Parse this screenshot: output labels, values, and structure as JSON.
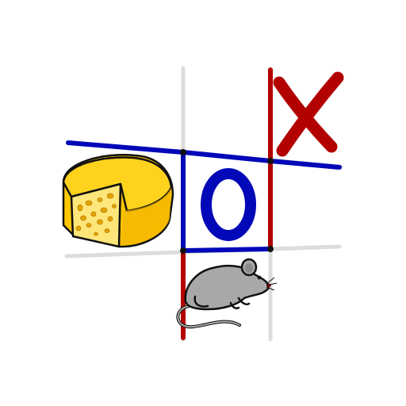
{
  "board": {
    "cells": [
      {
        "cell": "top-left",
        "symbol": "",
        "icon": ""
      },
      {
        "cell": "top-center",
        "symbol": "",
        "icon": ""
      },
      {
        "cell": "top-right",
        "symbol": "X",
        "icon": ""
      },
      {
        "cell": "middle-left",
        "symbol": "",
        "icon": "cheese-icon"
      },
      {
        "cell": "middle-center",
        "symbol": "O",
        "icon": ""
      },
      {
        "cell": "middle-right",
        "symbol": "",
        "icon": ""
      },
      {
        "cell": "bottom-left",
        "symbol": "",
        "icon": ""
      },
      {
        "cell": "bottom-center",
        "symbol": "",
        "icon": "mouse-icon"
      },
      {
        "cell": "bottom-right",
        "symbol": "",
        "icon": ""
      }
    ]
  },
  "colors": {
    "grid_gray": "#dcdcdc",
    "blue": "#0008b8",
    "red": "#b20000",
    "cheese_yellow": "#ffc800",
    "cheese_hole": "#e2a300",
    "cheese_side": "#ffe67a",
    "mouse_gray": "#a8a8a8",
    "outline": "#111111"
  }
}
